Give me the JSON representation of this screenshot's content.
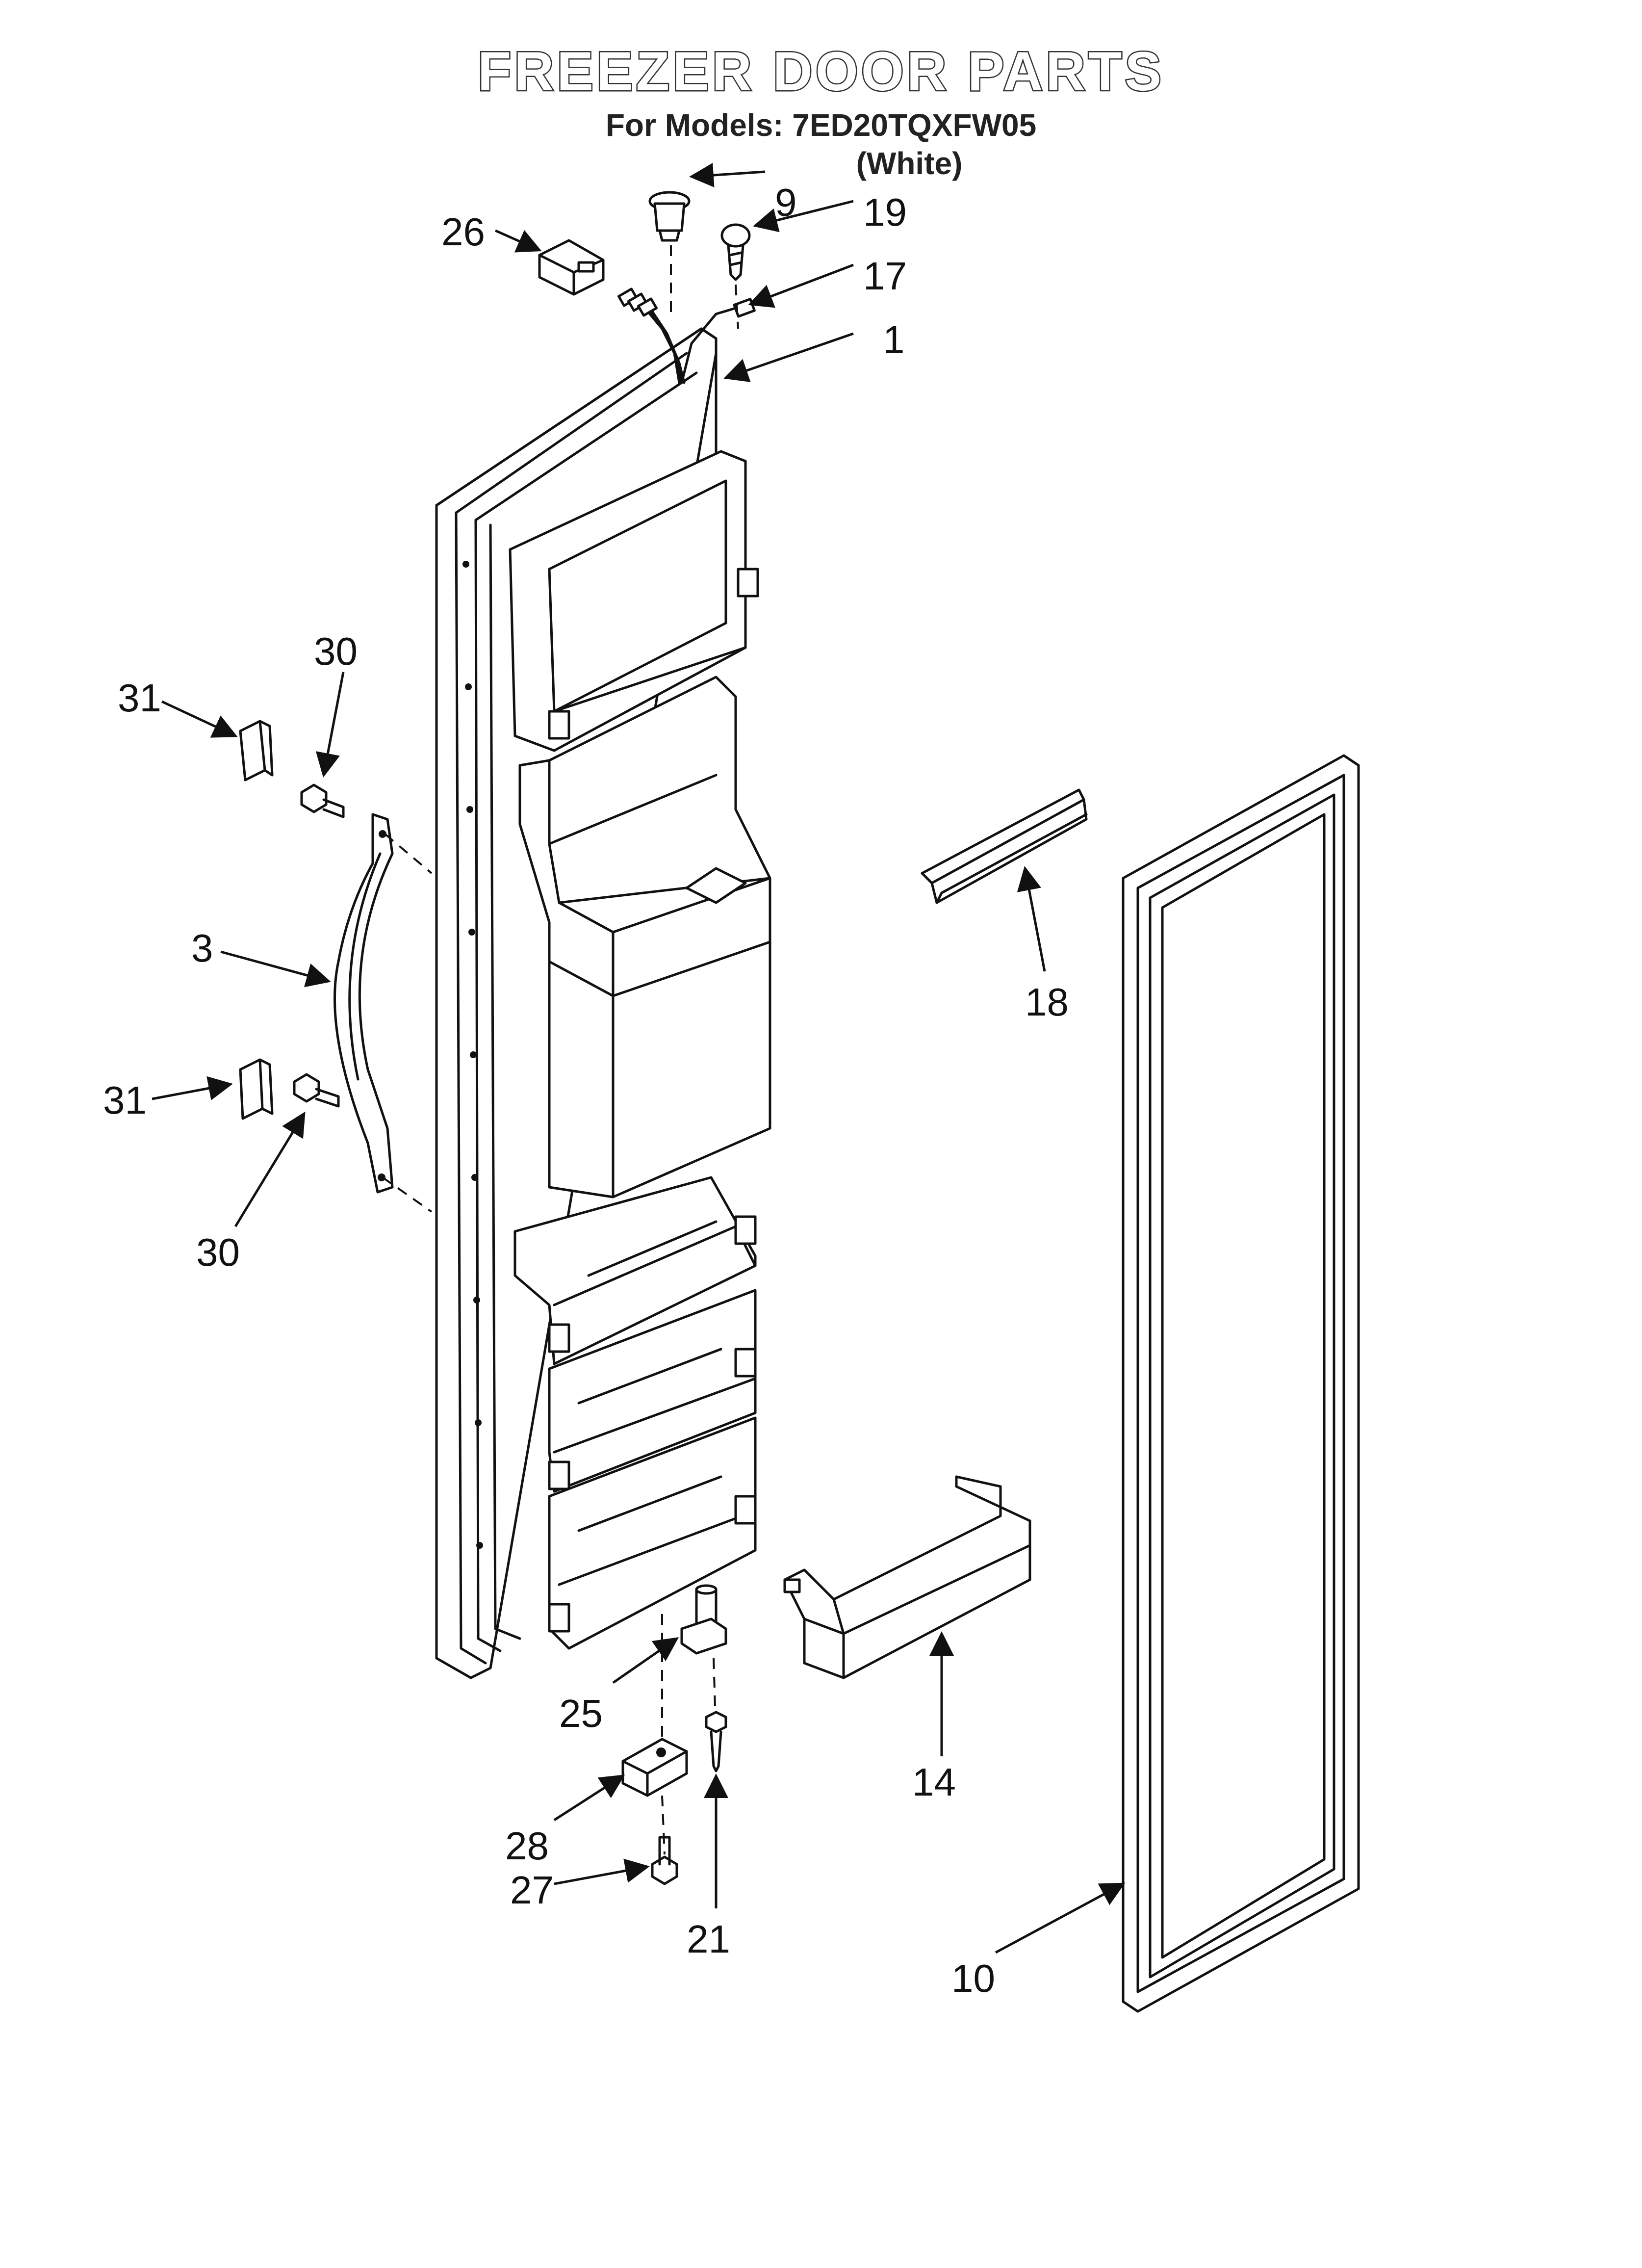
{
  "header": {
    "title": "FREEZER DOOR PARTS",
    "models_line": "For Models: 7ED20TQXFW05",
    "color_line": "(White)"
  },
  "callouts": [
    {
      "id": "1",
      "label": "1"
    },
    {
      "id": "3",
      "label": "3"
    },
    {
      "id": "9",
      "label": "9"
    },
    {
      "id": "10",
      "label": "10"
    },
    {
      "id": "14",
      "label": "14"
    },
    {
      "id": "17",
      "label": "17"
    },
    {
      "id": "18",
      "label": "18"
    },
    {
      "id": "19",
      "label": "19"
    },
    {
      "id": "21",
      "label": "21"
    },
    {
      "id": "25",
      "label": "25"
    },
    {
      "id": "26",
      "label": "26"
    },
    {
      "id": "27",
      "label": "27"
    },
    {
      "id": "28",
      "label": "28"
    },
    {
      "id": "30a",
      "label": "30"
    },
    {
      "id": "30b",
      "label": "30"
    },
    {
      "id": "31a",
      "label": "31"
    },
    {
      "id": "31b",
      "label": "31"
    }
  ]
}
